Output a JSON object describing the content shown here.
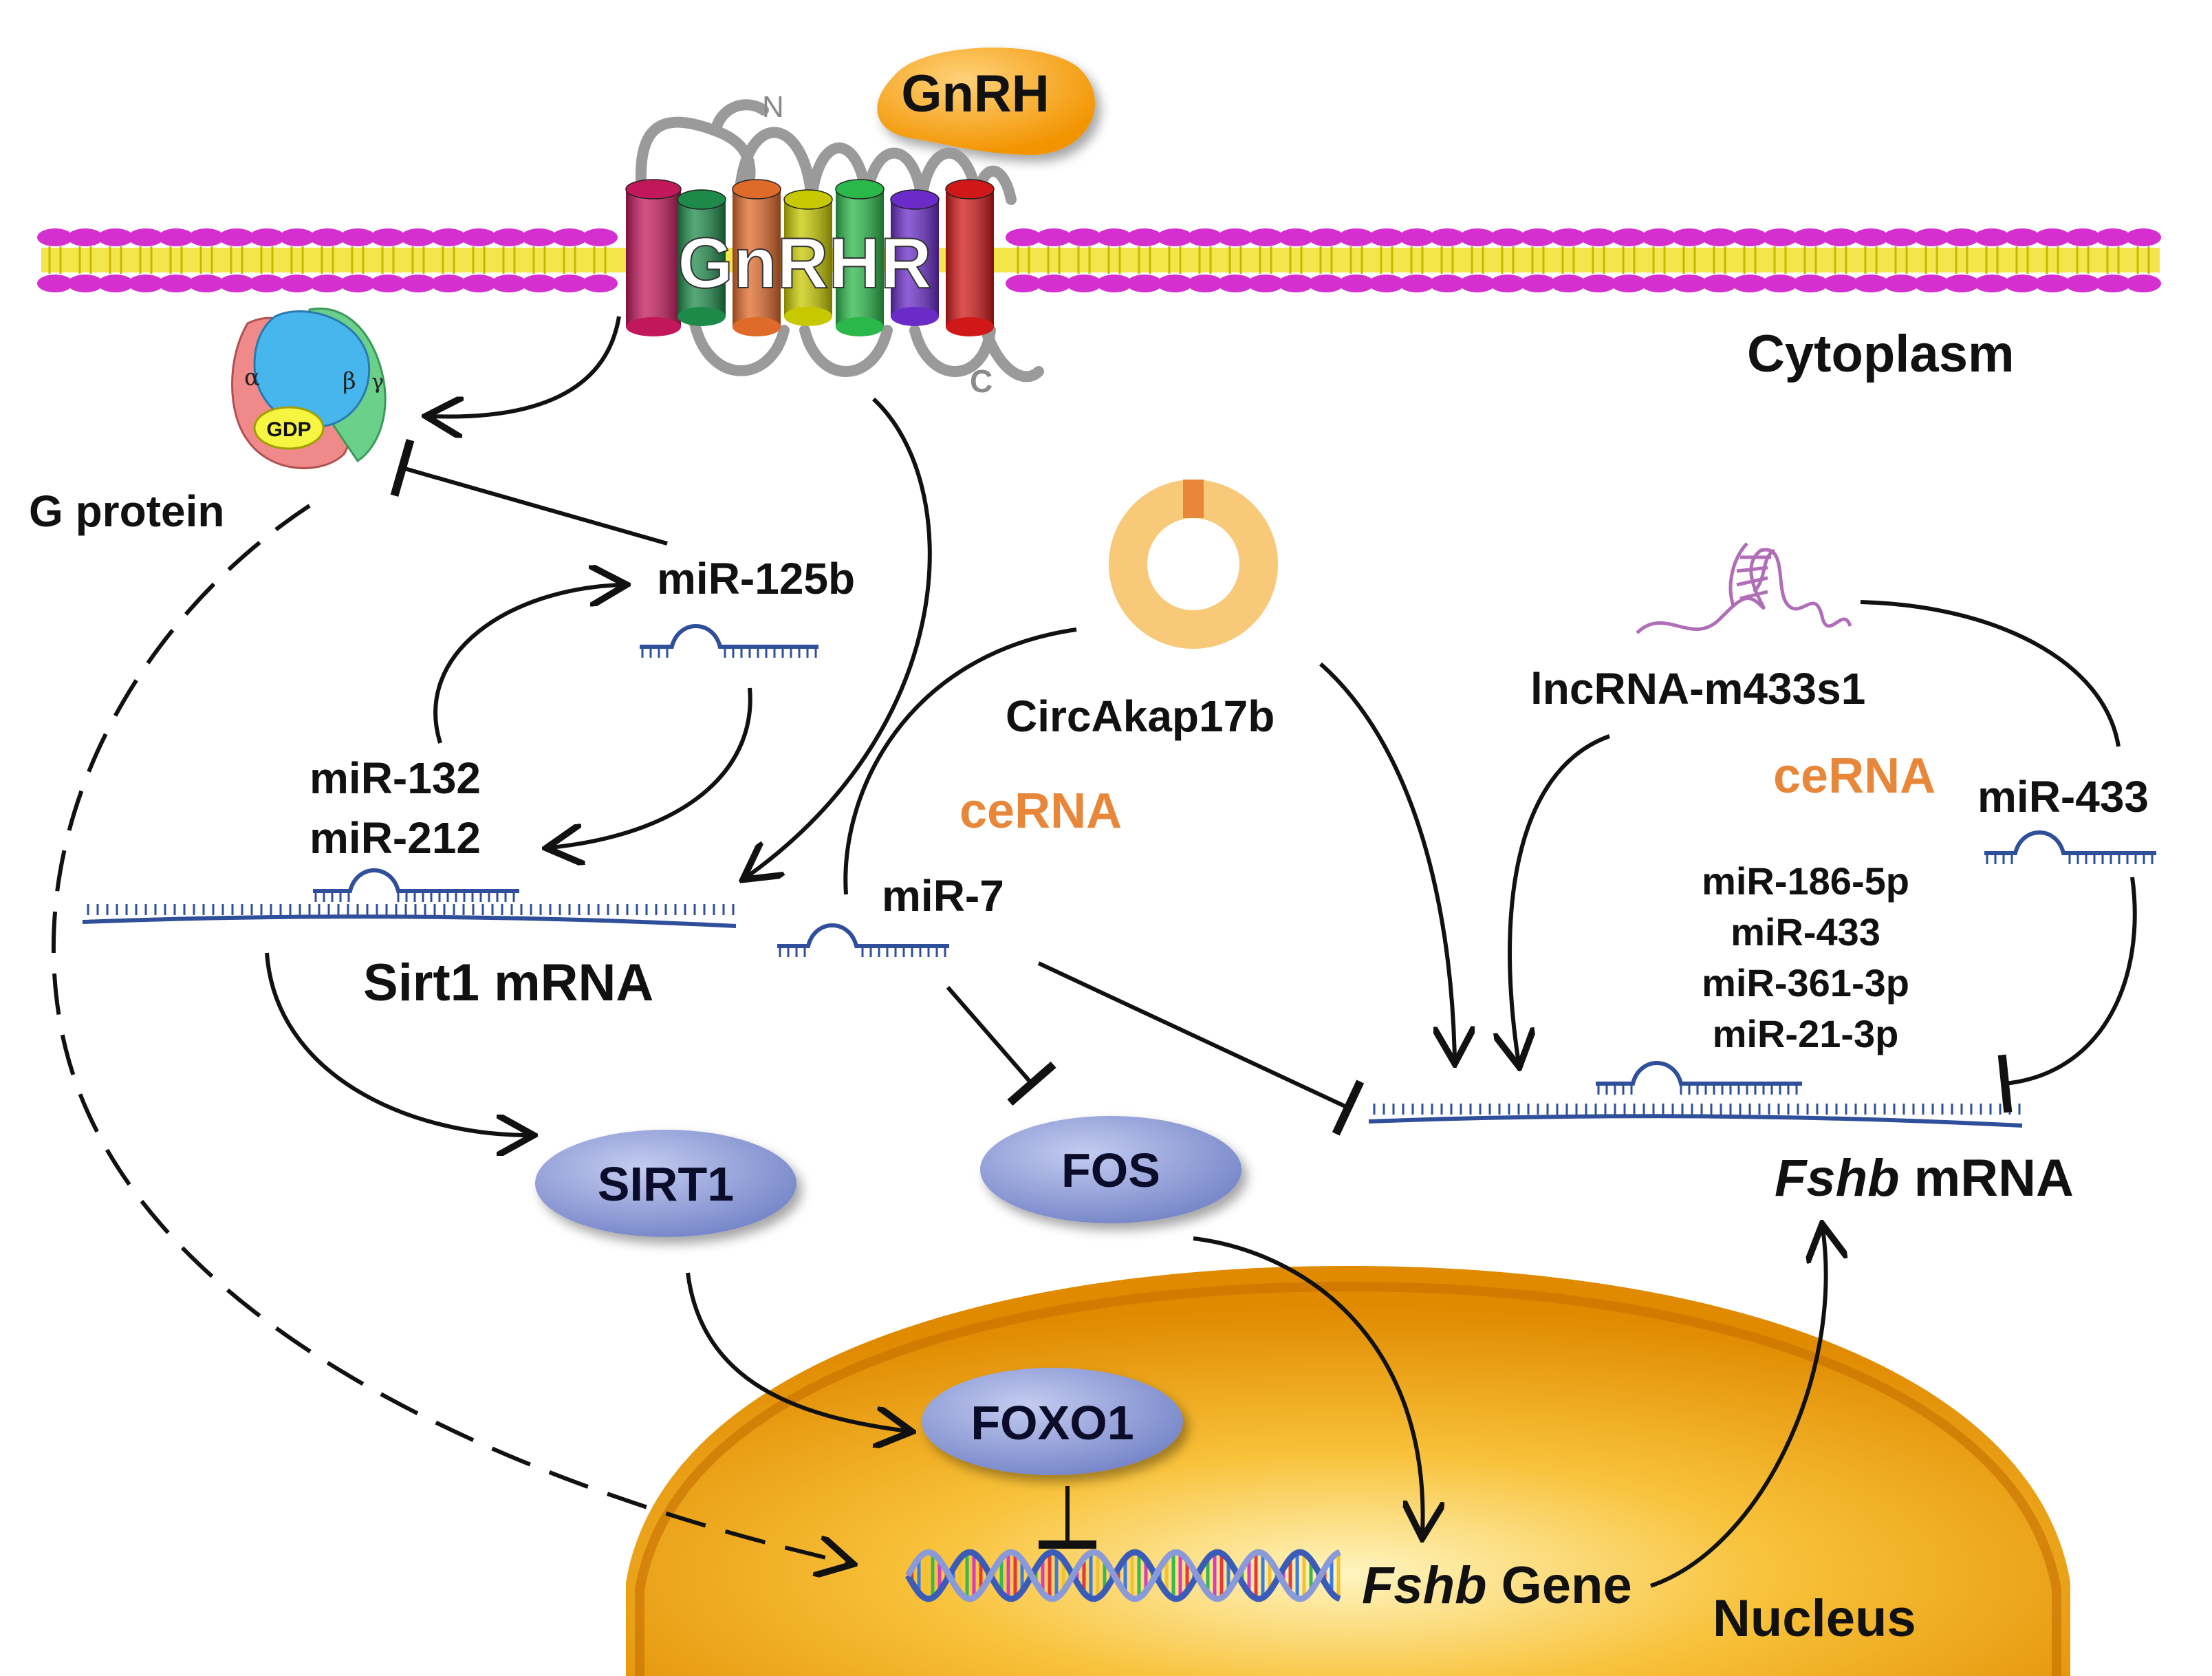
{
  "colors": {
    "membrane_head": "#d52fd0",
    "membrane_core": "#f3e64a",
    "gnrh": "#f6a623",
    "protein": "#8d9bd8",
    "rna": "#2f4f9a",
    "cerna": "#e8873a",
    "nucleus": "#f0a500",
    "circ_ring": "#f7c978",
    "lnc_rna": "#b06db8"
  },
  "labels": {
    "gnrh": "GnRH",
    "gnrhr": "GnRHR",
    "n_term": "N",
    "c_term": "C",
    "cytoplasm": "Cytoplasm",
    "g_protein": "G protein",
    "alpha": "α",
    "beta": "β",
    "gamma": "γ",
    "gdp": "GDP",
    "mir125b": "miR-125b",
    "mir132": "miR-132",
    "mir212": "miR-212",
    "sirt1_mrna": "Sirt1 mRNA",
    "circakap17b": "CircAkap17b",
    "cerna_left": "ceRNA",
    "mir7": "miR-7",
    "lncrna": "lncRNA-m433s1",
    "cerna_right": "ceRNA",
    "mir433_right": "miR-433",
    "mir_list": [
      "miR-186-5p",
      "miR-433",
      "miR-361-3p",
      "miR-21-3p"
    ],
    "fshb_mrna_italic": "Fshb",
    "fshb_mrna_rest": " mRNA",
    "sirt1": "SIRT1",
    "fos": "FOS",
    "foxo1": "FOXO1",
    "fshb_gene_italic": "Fshb",
    "fshb_gene_rest": " Gene",
    "nucleus": "Nucleus"
  },
  "receptor_helix_colors": [
    "#c2185b",
    "#1e8a4a",
    "#e06a2a",
    "#c8c800",
    "#2bb84a",
    "#6a2bc8",
    "#d01818"
  ],
  "gprotein_colors": {
    "alpha": "#f08a8a",
    "beta": "#47b6ec",
    "gamma": "#6bd08a",
    "gdp": "#f5f542"
  }
}
